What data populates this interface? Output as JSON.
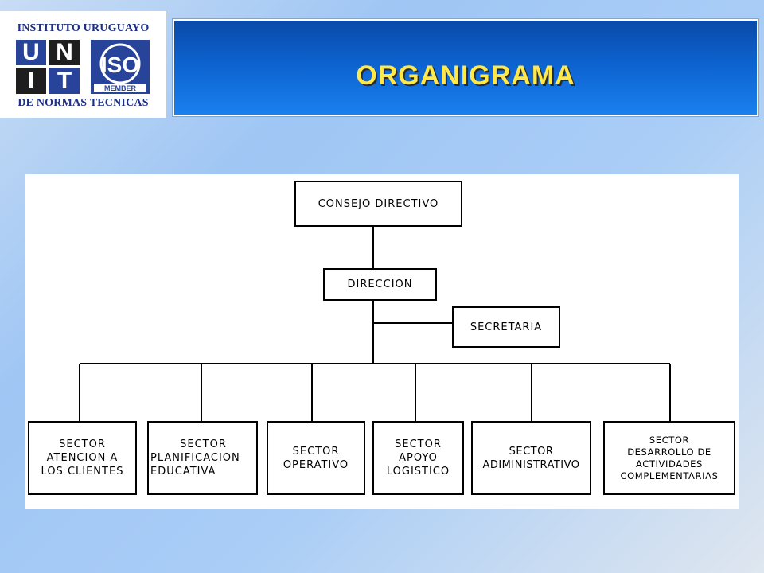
{
  "logo": {
    "top_text": "INSTITUTO URUGUAYO",
    "bottom_text": "DE NORMAS TECNICAS",
    "letters": [
      "U",
      "N",
      "I",
      "T"
    ],
    "iso_text": "ISO",
    "iso_member": "MEMBER"
  },
  "title": "ORGANIGRAMA",
  "colors": {
    "title_text": "#ffe84a",
    "banner": "#0c62cf",
    "logo_blue": "#27449a"
  },
  "org": {
    "consejo": "CONSEJO  DIRECTIVO",
    "direccion": "DIRECCION",
    "secretaria": "SECRETARIA",
    "sectors": [
      {
        "lines": [
          "SECTOR",
          "ATENCION  A",
          "LOS  CLIENTES"
        ]
      },
      {
        "lines": [
          "SECTOR",
          "PLANIFICACION",
          "EDUCATIVA"
        ]
      },
      {
        "lines": [
          "SECTOR",
          "OPERATIVO"
        ]
      },
      {
        "lines": [
          "SECTOR",
          "APOYO",
          "LOGISTICO"
        ]
      },
      {
        "lines": [
          "SECTOR",
          "ADIMINISTRATIVO"
        ]
      },
      {
        "lines": [
          "SECTOR",
          "DESARROLLO DE",
          "ACTIVIDADES",
          "COMPLEMENTARIAS"
        ]
      }
    ]
  }
}
